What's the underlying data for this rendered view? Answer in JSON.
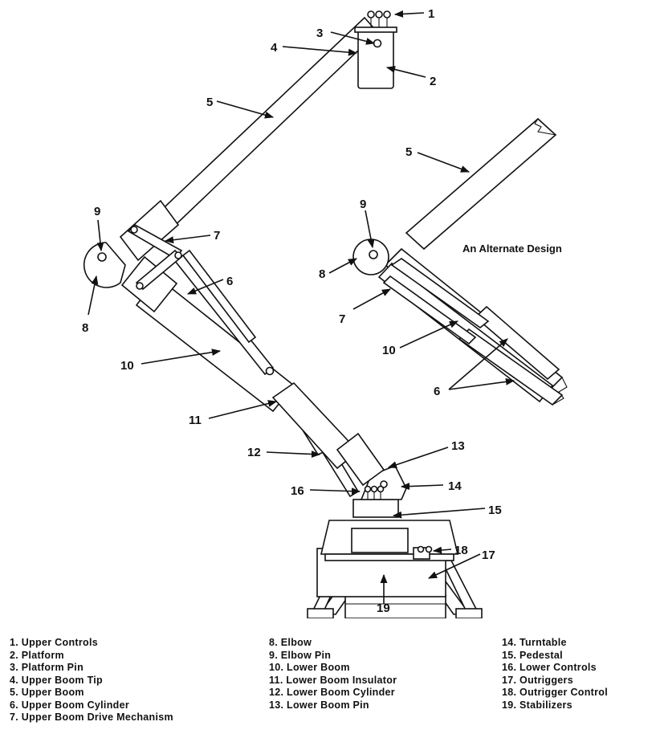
{
  "diagram": {
    "callouts": {
      "c1": "1",
      "c2": "2",
      "c3": "3",
      "c4": "4",
      "c5": "5",
      "c6": "6",
      "c7": "7",
      "c8": "8",
      "c9": "9",
      "c10": "10",
      "c11": "11",
      "c12": "12",
      "c13": "13",
      "c14": "14",
      "c15": "15",
      "c16": "16",
      "c17": "17",
      "c18": "18",
      "c19": "19",
      "a5": "5",
      "a6": "6",
      "a7": "7",
      "a8": "8",
      "a9": "9",
      "a10": "10"
    },
    "alternate_label": "An Alternate Design"
  },
  "legend": {
    "col1": [
      "1. Upper Controls",
      "2. Platform",
      "3. Platform Pin",
      "4. Upper Boom Tip",
      "5. Upper Boom",
      "6. Upper Boom Cylinder",
      "7. Upper Boom Drive Mechanism"
    ],
    "col2": [
      "8. Elbow",
      "9. Elbow Pin",
      "10. Lower Boom",
      "11. Lower Boom Insulator",
      "12. Lower Boom Cylinder",
      "13. Lower Boom Pin"
    ],
    "col3": [
      "14. Turntable",
      "15. Pedestal",
      "16. Lower Controls",
      "17. Outriggers",
      "18. Outrigger Control",
      "19. Stabilizers"
    ]
  }
}
